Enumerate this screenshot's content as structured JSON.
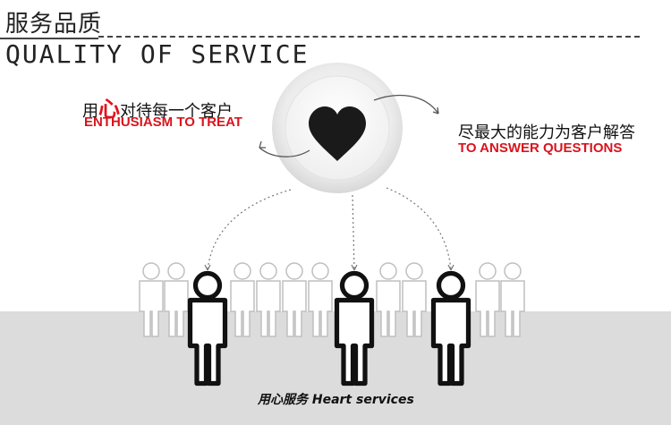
{
  "header": {
    "title_cn": "服务品质",
    "title_en": "QUALITY OF SERVICE"
  },
  "left_caption": {
    "cn_prefix": "用",
    "cn_highlight": "心",
    "cn_suffix": "对待每一个客户",
    "en": "ENTHUSIASM TO TREAT"
  },
  "right_caption": {
    "cn": "尽最大的能力为客户解答",
    "en": "TO ANSWER QUESTIONS"
  },
  "footer": {
    "label": "用心服务 Heart services"
  },
  "colors": {
    "accent": "#e3121a",
    "heart": "#1a1a1a",
    "figure_main": "#111111",
    "figure_faint": "#bfbfbf",
    "floor": "#dcdcdc"
  },
  "icons": [
    "heart-icon",
    "person-icon"
  ]
}
